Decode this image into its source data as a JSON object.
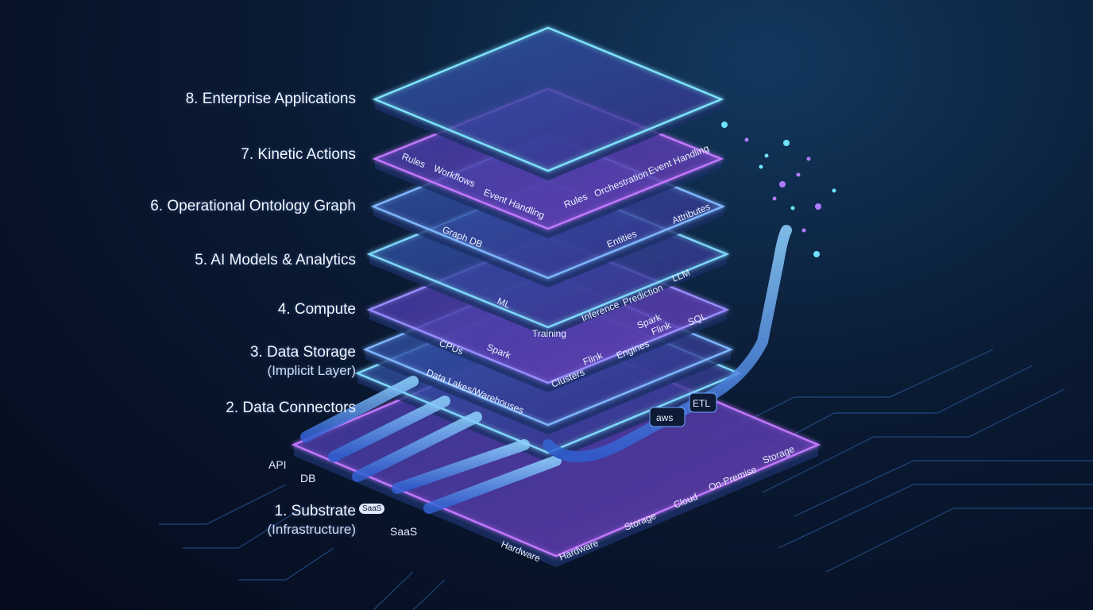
{
  "layers": [
    {
      "label": "8. Enterprise Applications"
    },
    {
      "label": "7. Kinetic Actions"
    },
    {
      "label": "6. Operational Ontology Graph"
    },
    {
      "label": "5. AI Models & Analytics"
    },
    {
      "label": "4. Compute"
    },
    {
      "label": "3. Data Storage",
      "sublabel": "(Implicit Layer)"
    },
    {
      "label": "2. Data Connectors"
    },
    {
      "label": "1. Substrate",
      "sublabel": "(Infrastructure)"
    }
  ],
  "sources": {
    "api": "API",
    "db": "DB",
    "saas": "SaaS",
    "saas_badge": "SaaS"
  },
  "kinetic": {
    "rules": "Rules",
    "workflows": "Workflows",
    "event_handling": "Event Handling",
    "rules2": "Rules",
    "orchestration": "Orchestration",
    "event_handling2": "Event Handling"
  },
  "ontology": {
    "graph_db": "Graph DB",
    "entities": "Entities",
    "attributes": "Attributes"
  },
  "ai": {
    "ml": "ML",
    "training": "Training",
    "inference": "Inference",
    "prediction": "Prediction",
    "llm": "LLM"
  },
  "compute": {
    "cpus": "CPUs",
    "spark": "Spark",
    "clusters": "Clusters",
    "flink": "Flink",
    "engines": "Engines",
    "spark2": "Spark",
    "flink2": "Flink",
    "sql": "SQL"
  },
  "storage": {
    "lakes": "Data Lakes/Warehouses"
  },
  "connectors": {
    "aws": "aws",
    "etl": "ETL"
  },
  "substrate": {
    "hardware": "Hardware",
    "hardware2": "Hardware",
    "storage": "Storage",
    "cloud": "Cloud",
    "on_premise": "On-Premise",
    "storage2": "Storage"
  },
  "colors": {
    "cyan": "#6fe3ff",
    "violet": "#b07bff",
    "blue": "#4a8dff",
    "pink": "#ff5db1"
  }
}
